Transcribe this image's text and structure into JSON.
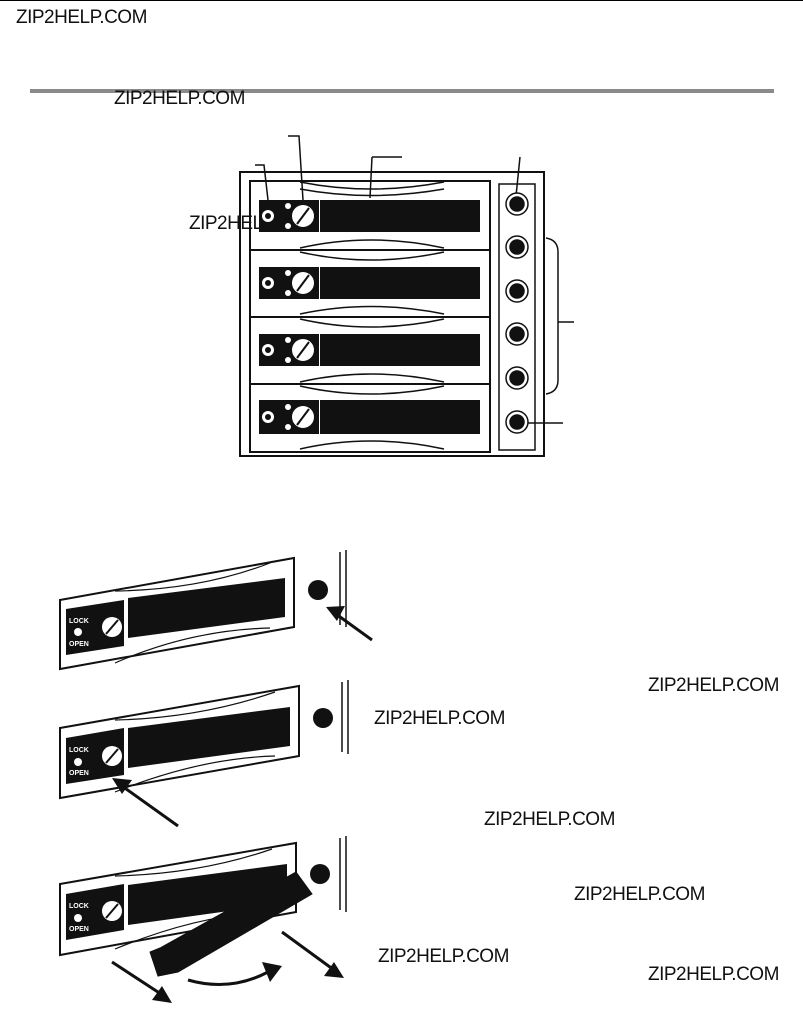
{
  "watermarks": {
    "w1": "ZIP2HELP.COM",
    "w2": "ZIP2HELP.COM",
    "w3": "ZIP2HEL",
    "w4": "ZIP2HELP.COM",
    "w5": "ZIP2HELP.COM",
    "w6": "ZIP2HELP.COM",
    "w7": "ZIP2HELP.COM",
    "w8": "ZIP2HELP.COM",
    "w9": "ZIP2HELP.COM"
  },
  "figure_labels": {
    "lock": "LOCK",
    "open": "OPEN"
  },
  "enclosure": {
    "bays": 4,
    "leds": 6
  }
}
